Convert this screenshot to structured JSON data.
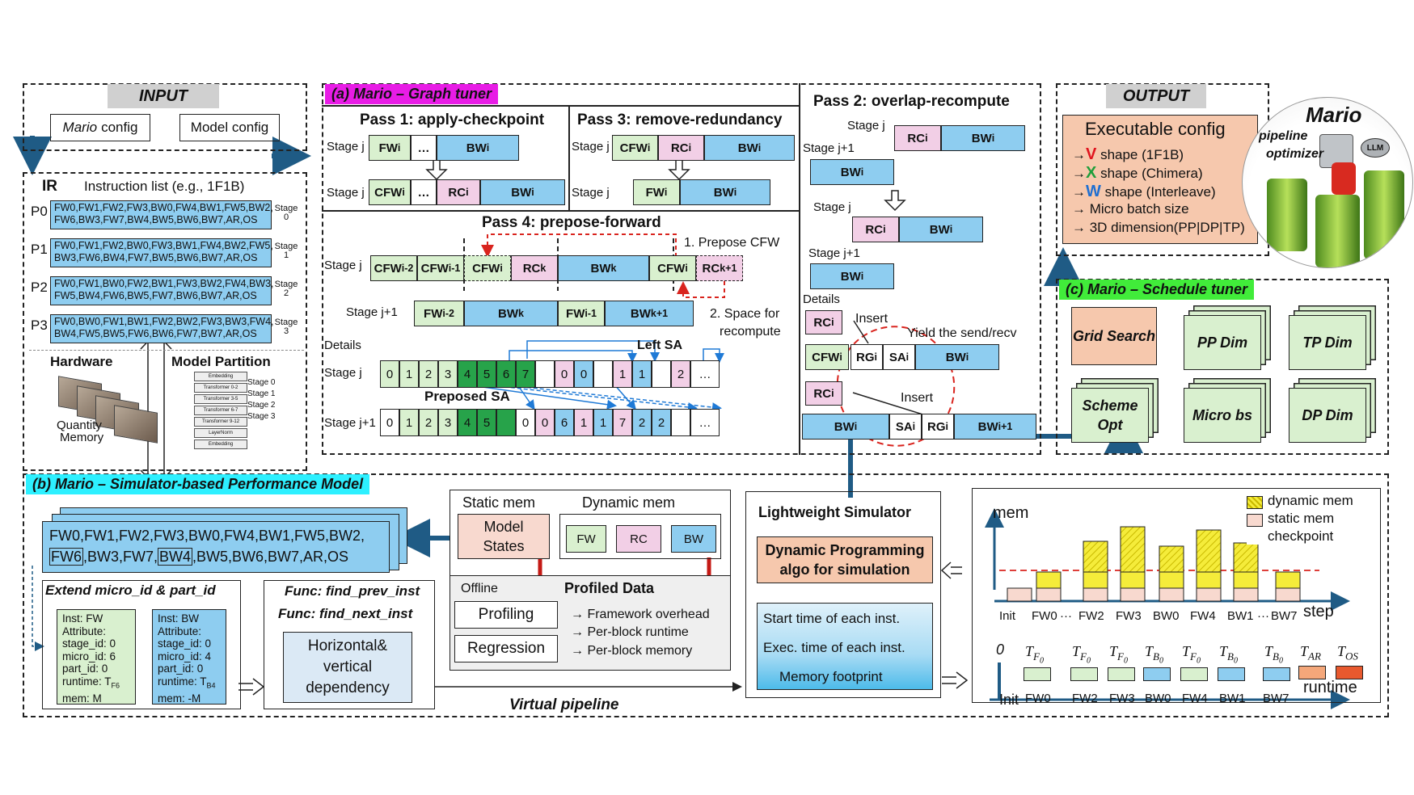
{
  "input": {
    "title": "INPUT",
    "mario_config": "Mario config",
    "mario_word": "Mario",
    "config_word": "config",
    "model_config": "Model config"
  },
  "ir": {
    "title": "IR",
    "instr": "Instruction list (e.g., 1F1B)",
    "rows": [
      {
        "p": "P0",
        "text": "FW0,FW1,FW2,FW3,BW0,FW4,BW1,FW5,BW2,\nFW6,BW3,FW7,BW4,BW5,BW6,BW7,AR,OS",
        "stage": "Stage\n0"
      },
      {
        "p": "P1",
        "text": "FW0,FW1,FW2,BW0,FW3,BW1,FW4,BW2,FW5,\nBW3,FW6,BW4,FW7,BW5,BW6,BW7,AR,OS",
        "stage": "Stage\n1"
      },
      {
        "p": "P2",
        "text": "FW0,FW1,BW0,FW2,BW1,FW3,BW2,FW4,BW3,\nFW5,BW4,FW6,BW5,FW7,BW6,BW7,AR,OS",
        "stage": "Stage\n2"
      },
      {
        "p": "P3",
        "text": "FW0,BW0,FW1,BW1,FW2,BW2,FW3,BW3,FW4,\nBW4,FW5,BW5,FW6,BW6,FW7,BW7,AR,OS",
        "stage": "Stage\n3"
      }
    ],
    "hardware": "Hardware",
    "quantity": "Quantity",
    "memory": "Memory",
    "model_partition": "Model Partition",
    "partition_layers": [
      "Embedding",
      "Transformer 0-2",
      "Transformer 3-5",
      "Transformer 6-7",
      "Transformer 9-12",
      "LayerNorm",
      "Embedding"
    ],
    "partition_stages": [
      "Stage 0",
      "Stage 1",
      "Stage 2",
      "Stage 3"
    ]
  },
  "graph_tuner": {
    "title": "(a) Mario – Graph tuner",
    "pass1": "Pass 1: apply-checkpoint",
    "pass2": "Pass 2: overlap-recompute",
    "pass3": "Pass 3: remove-redundancy",
    "pass4": "Pass 4: prepose-forward",
    "stage_j": "Stage j",
    "stage_j1": "Stage j+1",
    "details": "Details",
    "prepose_cfw": "1. Prepose CFW",
    "space_recompute_1": "2. Space for",
    "space_recompute_2": "recompute",
    "left_sa": "Left SA",
    "preposed_sa": "Preposed SA",
    "insert": "Insert",
    "yield": "Yield the send/recv",
    "ellipsis": "…",
    "row_j": [
      "0",
      "1",
      "2",
      "3",
      "4",
      "5",
      "6",
      "7",
      "",
      "0",
      "0",
      "",
      "1",
      "1",
      "",
      "2",
      "…"
    ],
    "row_j1": [
      "0",
      "1",
      "2",
      "3",
      "4",
      "5",
      "",
      "0",
      "0",
      "6",
      "1",
      "1",
      "7",
      "2",
      "2",
      "",
      "…"
    ]
  },
  "output": {
    "title": "OUTPUT",
    "exec_config": "Executable config",
    "items": [
      {
        "arrow": "→",
        "letter": "V",
        "letter_color": "#e0141e",
        "text": " shape (1F1B)"
      },
      {
        "arrow": "→",
        "letter": "X",
        "letter_color": "#1f9e3a",
        "text": " shape (Chimera)"
      },
      {
        "arrow": "→",
        "letter": "W",
        "letter_color": "#1f6fd1",
        "text": " shape (Interleave)"
      },
      {
        "arrow": "→",
        "letter": "",
        "letter_color": "",
        "text": " Micro batch size"
      },
      {
        "arrow": "→",
        "letter": "",
        "letter_color": "",
        "text": " 3D dimension(PP|DP|TP)"
      }
    ],
    "mario": "Mario",
    "pipeline": "pipeline",
    "optimizer": "optimizer",
    "llm": "LLM"
  },
  "schedule_tuner": {
    "title": "(c) Mario – Schedule tuner",
    "items": [
      "Grid Search",
      "PP Dim",
      "TP Dim",
      "Scheme Opt",
      "Micro bs",
      "DP Dim"
    ]
  },
  "perf_model": {
    "title": "(b) Mario – Simulator-based Performance Model",
    "inst_line1": "FW0,FW1,FW2,FW3,BW0,FW4,BW1,FW5,BW2,",
    "inst_fw6": "FW6",
    "inst_mid": ",BW3,FW7,",
    "inst_bw4": "BW4",
    "inst_end": ",BW5,BW6,BW7,AR,OS",
    "extend": "Extend micro_id & part_id",
    "fw_box": [
      "Inst: FW",
      "Attribute:",
      "stage_id: 0",
      "micro_id: 6",
      "part_id: 0",
      "runtime: T",
      "mem: M"
    ],
    "fw_sub": "F6",
    "bw_box": [
      "Inst: BW",
      "Attribute:",
      "stage_id: 0",
      "micro_id: 4",
      "part_id: 0",
      "runtime: T",
      "mem: -M"
    ],
    "bw_sub": "B4",
    "func_prev": "Func: find_prev_inst",
    "func_next": "Func: find_next_inst",
    "dependency": "Horizontal&\nvertical\ndependency",
    "virtual_pipeline": "Virtual pipeline",
    "static_mem": "Static mem",
    "dynamic_mem": "Dynamic mem",
    "model_states": "Model\nStates",
    "dyn": [
      "FW",
      "RC",
      "BW"
    ],
    "offline": "Offline",
    "profiling": "Profiling",
    "regression": "Regression",
    "profiled_data": "Profiled Data",
    "profiled_items": [
      "→ Framework overhead",
      "→ Per-block runtime",
      "→ Per-block memory"
    ],
    "lightweight": "Lightweight Simulator",
    "dp_algo": "Dynamic Programming\nalgo for simulation",
    "sim_out": [
      "Start time of each inst.",
      "Exec. time of each inst.",
      "Memory footprint"
    ]
  },
  "chart_data": {
    "type": "bar",
    "ylabel": "mem",
    "xlabel": "step",
    "categories": [
      "Init",
      "FW0",
      "FW2",
      "FW3",
      "BW0",
      "FW4",
      "BW1",
      "BW7"
    ],
    "axis_dots": "···",
    "legend": [
      "dynamic mem",
      "static mem",
      "checkpoint"
    ],
    "colors": {
      "dynamic": "#f5ec3a",
      "static": "#f8d9cf",
      "checkpoint": "#d9241e"
    },
    "timeline_labels": [
      "0",
      "Init",
      "FW0",
      "FW2",
      "FW3",
      "BW0",
      "FW4",
      "BW1",
      "BW7"
    ],
    "runtime": "runtime",
    "timeline_marks": [
      {
        "base": "T",
        "sub": "F",
        "subsub": "0"
      },
      {
        "base": "T",
        "sub": "F",
        "subsub": "0"
      },
      {
        "base": "T",
        "sub": "F",
        "subsub": "0"
      },
      {
        "base": "T",
        "sub": "B",
        "subsub": "0"
      },
      {
        "base": "T",
        "sub": "F",
        "subsub": "0"
      },
      {
        "base": "T",
        "sub": "B",
        "subsub": "0"
      },
      {
        "base": "T",
        "sub": "B",
        "subsub": "0"
      },
      {
        "base": "T",
        "sub": "AR",
        "subsub": ""
      },
      {
        "base": "T",
        "sub": "OS",
        "subsub": ""
      }
    ]
  }
}
